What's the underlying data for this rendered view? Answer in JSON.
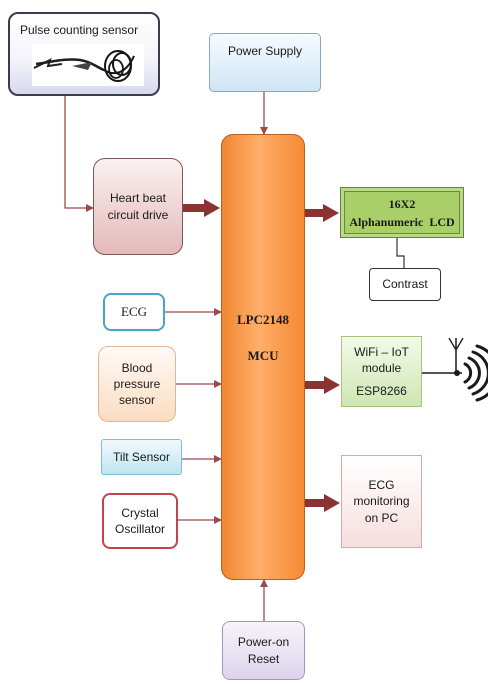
{
  "blocks": {
    "sensor": {
      "title": "Pulse counting sensor"
    },
    "power_supply": {
      "label": "Power Supply"
    },
    "heart_beat": {
      "line1": "Heart beat",
      "line2": "circuit drive"
    },
    "mcu": {
      "line1": "LPC2148",
      "line2": "MCU"
    },
    "lcd": {
      "line1": "16X2",
      "line2": "Alphanumeric  LCD"
    },
    "contrast": {
      "label": "Contrast"
    },
    "ecg": {
      "label": "ECG"
    },
    "blood_pressure": {
      "line1": "Blood",
      "line2": "pressure",
      "line3": "sensor"
    },
    "tilt": {
      "label": "Tilt Sensor"
    },
    "crystal": {
      "line1": "Crystal",
      "line2": "Oscillator"
    },
    "wifi": {
      "line1": "WiFi – IoT",
      "line2": "module",
      "line3": "ESP8266"
    },
    "ecg_pc": {
      "line1": "ECG",
      "line2": "monitoring",
      "line3": "on PC"
    },
    "reset": {
      "line1": "Power-on",
      "line2": "Reset"
    }
  },
  "colors": {
    "mcu": "#f58a34",
    "wire": "#9b4b4b",
    "block_arrow": "#8b3232",
    "lcd": "#a8cf68"
  },
  "icons": [
    "pulse-sensor-image",
    "antenna-icon",
    "wireless-signal-icon"
  ]
}
